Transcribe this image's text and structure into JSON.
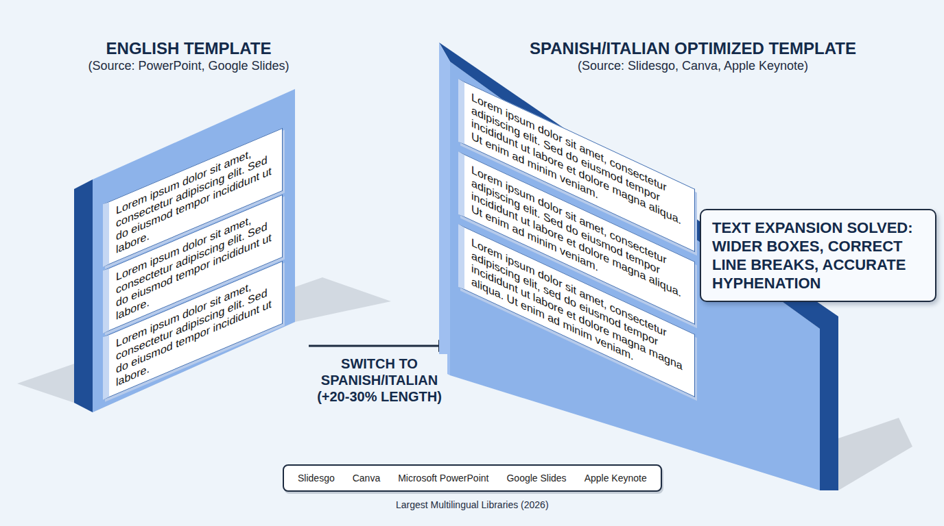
{
  "diagram": {
    "caption": "Largest Multilingual Libraries (2026)",
    "nodes": [
      {
        "text": [
          "ENGLISH TEMPLATE",
          "(Source: PowerPoint, Google Slides)"
        ]
      },
      {
        "text": [
          "Lorem ipsum dolor sit amet, consectetur adipiscing elit. Sed do eiusmod tempor incididunt ut labore."
        ],
        "in": 0
      },
      {
        "text": [
          "Lorem ipsum dolor sit amet, consectetur adipiscing elit. Sed do eiusmod tempor incididunt ut labore."
        ],
        "in": 0
      },
      {
        "text": [
          "Lorem ipsum dolor sit amet, consectetur adipiscing elit. Sed do eiusmod tempor incididunt ut labore."
        ],
        "in": 0
      },
      {
        "text": [
          "SPANISH/ITALIAN OPTIMIZED TEMPLATE",
          "(Source: Slidesgo, Canva, Apple Keynote)"
        ]
      },
      {
        "text": [
          "Lorem ipsum dolor sit amet, consectetur adipiscing elit. Sed do eiusmod tempor incididunt ut labore et dolore magna aliqua. Ut enim ad minim veniam."
        ],
        "in": 4
      },
      {
        "text": [
          "Lorem ipsum dolor sit amet, consectetur adipiscing elit. Sed do eiusmod tempor incididunt ut labore et dolore magna aliqua. Ut enim ad minim veniam."
        ],
        "in": 4
      },
      {
        "text": [
          "Lorem ipsum dolor sit amet, consectetur adipiscing elit, sed do eiusmod tempor incididunt ut labore et dolore magna magna aliqua. Ut enim ad minim veniam."
        ],
        "in": 4
      },
      {
        "text": [
          "TEXT EXPANSION SOLVED: WIDER BOXES, CORRECT LINE BREAKS, ACCURATE HYPHENATION"
        ],
        "in": 4
      },
      {
        "text": [
          "Slidesgo",
          "Canva",
          "Microsoft PowerPoint",
          "Google Slides",
          "Apple Keynote"
        ]
      }
    ],
    "edges": [
      {
        "from": 0,
        "to": 4,
        "arrow": "to",
        "label": "SWITCH TO SPANISH/ITALIAN (+20-30% LENGTH)"
      }
    ]
  }
}
